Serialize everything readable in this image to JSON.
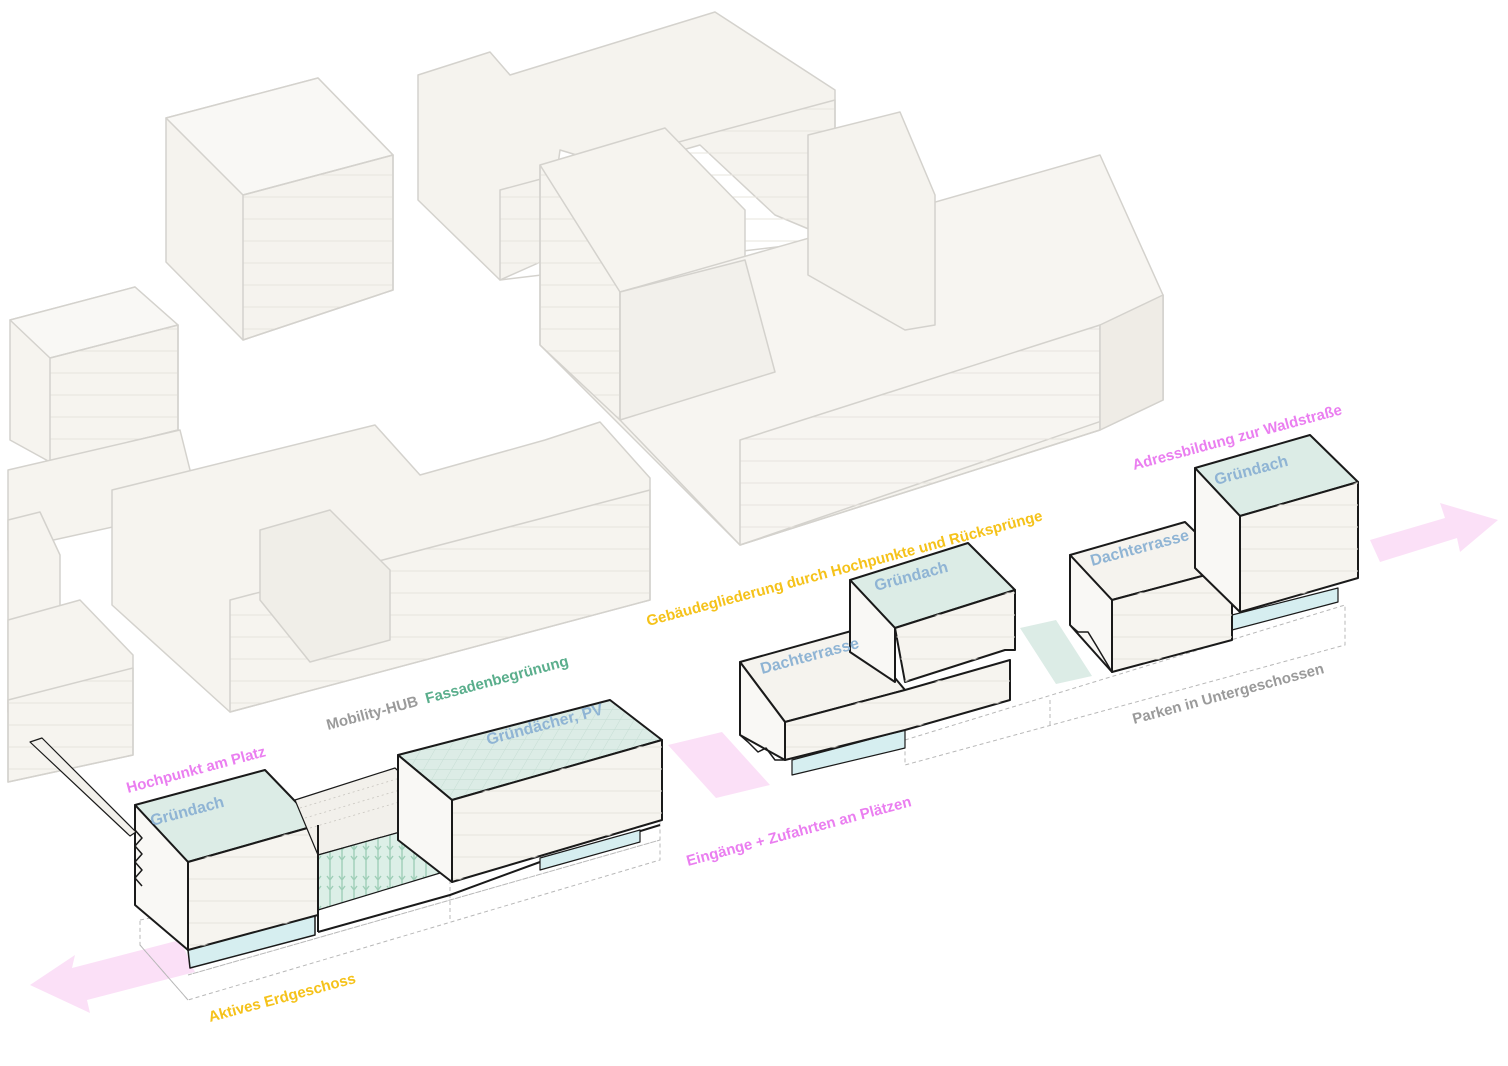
{
  "colors": {
    "pink": "#ea7ef0",
    "yellow": "#f5c21a",
    "green": "#5aae8c",
    "blue": "#8fb4d4",
    "gray": "#9a9a9a",
    "roof_green": "#dcece6",
    "ground_blue": "#d6eef0",
    "context": "#f6f4ef",
    "context_stroke": "#d4d2cd",
    "arrow_pink": "#fbe0f7"
  },
  "labels": {
    "hochpunkt_am_platz": "Hochpunkt am Platz",
    "gruendach_1": "Gründach",
    "mobility_hub": "Mobility-HUB",
    "fassadenbegruenung": "Fassadenbegrünung",
    "gruendaecher_pv": "Gründächer, PV",
    "aktives_erdgeschoss": "Aktives Erdgeschoss",
    "eingaenge": "Eingänge + Zufahrten an Plätzen",
    "gebaeudegliederung": "Gebäudegliederung durch Hochpunkte und Rücksprünge",
    "dachterrasse_1": "Dachterrasse",
    "gruendach_2": "Gründach",
    "dachterrasse_2": "Dachterrasse",
    "gruendach_3": "Gründach",
    "adressbildung": "Adressbildung zur Waldstraße",
    "parken": "Parken in Untergeschossen"
  }
}
